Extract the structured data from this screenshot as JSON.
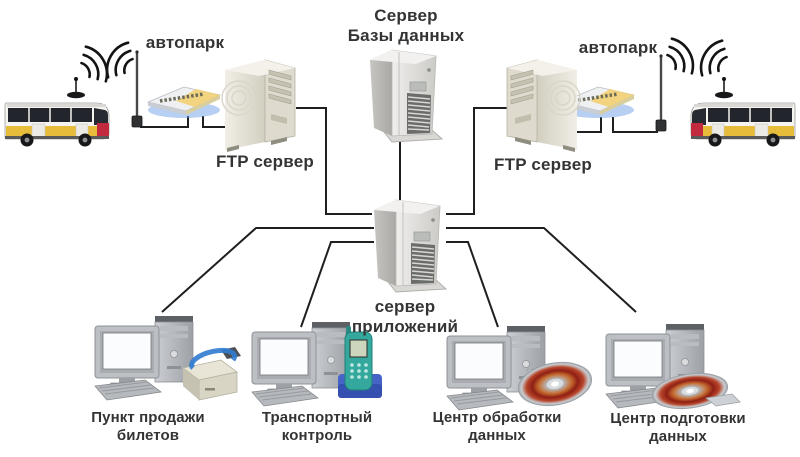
{
  "diagram": {
    "type": "network-topology",
    "colors": {
      "background": "#ffffff",
      "connection_line": "#1f1f1f",
      "label_text": "#343434",
      "bus_yellow": "#e6bc3a",
      "bus_red": "#c22b3d",
      "router_yellow": "#f2cf72",
      "router_glow_blue": "#6f9fe8",
      "handheld_teal": "#35a89e",
      "cradle_blue": "#4663c8",
      "disc_orange": "#c46a2e"
    },
    "nodes": {
      "fleet_left": {
        "label": "автопарк"
      },
      "fleet_right": {
        "label": "автопарк"
      },
      "db_server": {
        "label_line1": "Сервер",
        "label_line2": "Базы данных"
      },
      "ftp_left": {
        "label": "FTP сервер"
      },
      "ftp_right": {
        "label": "FTP сервер"
      },
      "app_server": {
        "label_line1": "сервер",
        "label_line2": "приложений"
      },
      "ticket_office": {
        "label_line1": "Пункт продажи",
        "label_line2": "билетов"
      },
      "transport_control": {
        "label_line1": "Транспортный",
        "label_line2": "контроль"
      },
      "data_processing": {
        "label_line1": "Центр обработки",
        "label_line2": "данных"
      },
      "data_preparation": {
        "label_line1": "Центр подготовки",
        "label_line2": "данных"
      }
    }
  }
}
